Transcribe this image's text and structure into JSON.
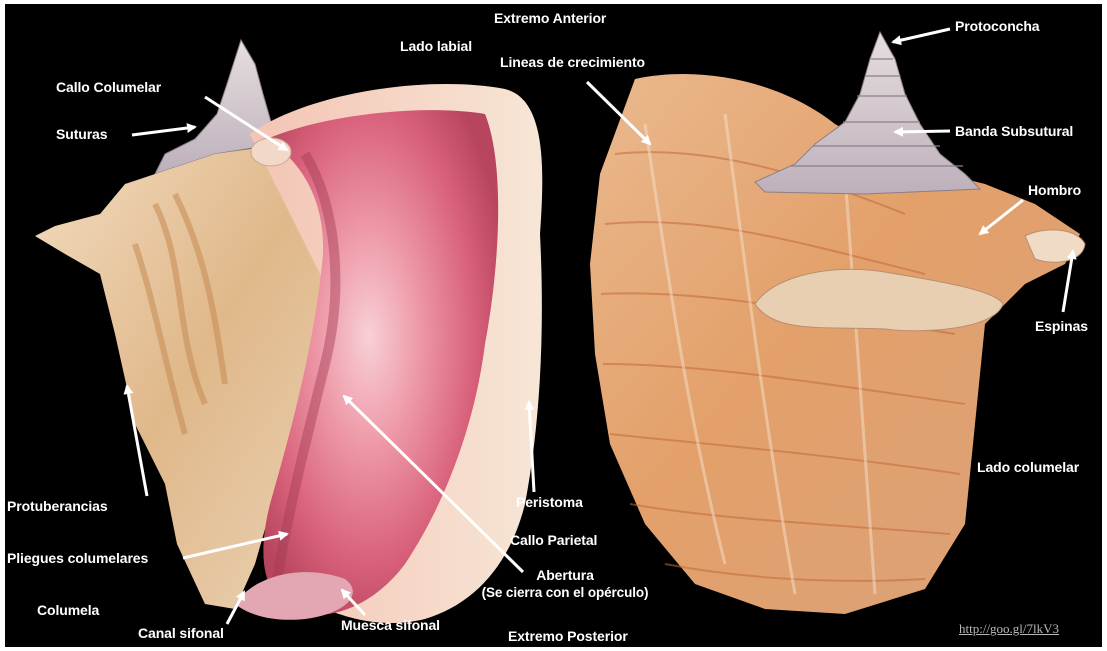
{
  "diagram": {
    "labels": {
      "extremo_anterior": "Extremo Anterior",
      "lado_labial": "Lado labial",
      "lineas_crecimiento": "Lineas de crecimiento",
      "protoconcha": "Protoconcha",
      "callo_columelar": "Callo Columelar",
      "suturas": "Suturas",
      "banda_subsutural": "Banda Subsutural",
      "hombro": "Hombro",
      "espinas": "Espinas",
      "lado_columelar": "Lado columelar",
      "protuberancias": "Protuberancias",
      "peristoma": "Peristoma",
      "pliegues_columelares": "Pliegues columelares",
      "callo_parietal": "Callo Parietal",
      "abertura": "Abertura",
      "abertura_note": "(Se cierra con el opérculo)",
      "columela": "Columela",
      "canal_sifonal": "Canal sifonal",
      "muesca_sifonal": "Muesca sifonal",
      "extremo_posterior": "Extremo Posterior"
    },
    "credit": "http://goo.gl/7lkV3",
    "colors": {
      "background": "#000000",
      "label_text": "#ffffff",
      "arrow": "#ffffff",
      "aperture_pink": "#e0607a",
      "shell_cream": "#f0dcc0",
      "shell_orange": "#d98a4a"
    }
  }
}
